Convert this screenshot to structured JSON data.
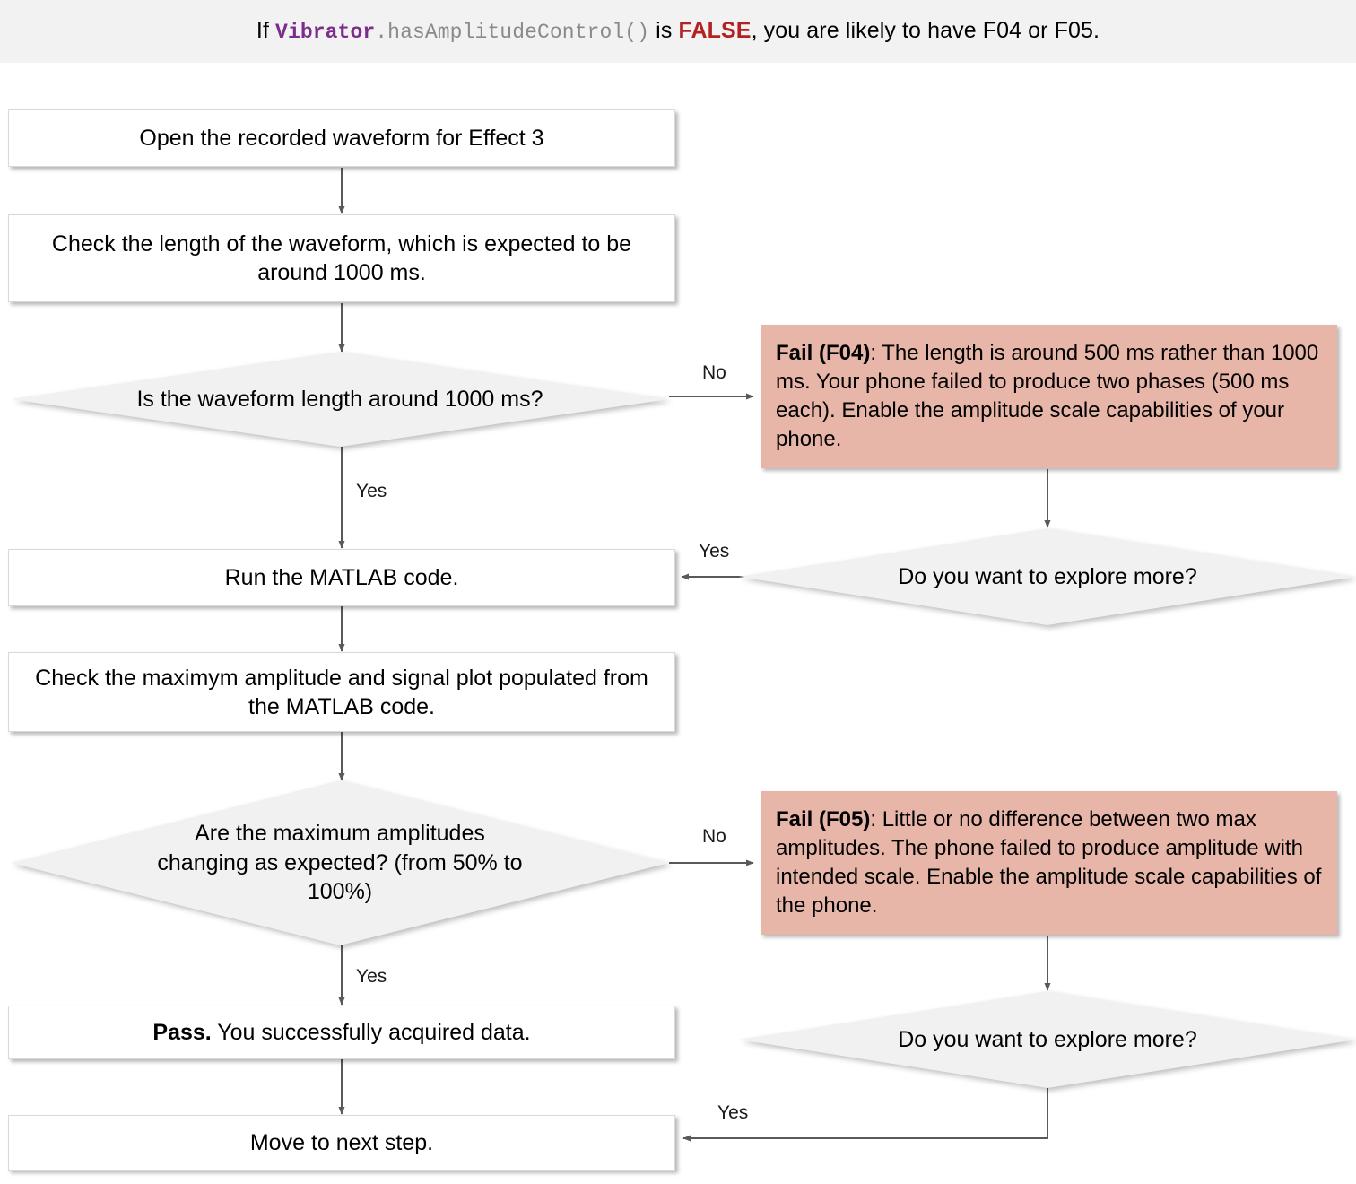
{
  "header": {
    "prefix": "If ",
    "code_class": "Vibrator",
    "code_method": ".hasAmplitudeControl()",
    "middle": " is ",
    "keyword": "FALSE",
    "suffix": ", you are likely to have F04 or F05."
  },
  "nodes": {
    "open_waveform": "Open the recorded waveform for Effect 3",
    "check_length": "Check the length of the waveform, which is expected to be around 1000 ms.",
    "q_length": "Is the waveform length around 1000 ms?",
    "fail_f04_bold": "Fail (F04)",
    "fail_f04_text": ": The length is around 500 ms rather than 1000 ms. Your phone failed to produce two phases (500 ms each). Enable the amplitude scale capabilities of your phone.",
    "explore_more_1": "Do you want to explore more?",
    "run_matlab": "Run the MATLAB code.",
    "check_amplitude": "Check the maximym amplitude and signal plot populated from the MATLAB code.",
    "q_amplitudes": "Are the maximum amplitudes changing as expected? (from 50% to 100%)",
    "fail_f05_bold": "Fail (F05)",
    "fail_f05_text": ": Little or no difference between two max amplitudes. The phone failed to produce amplitude with intended scale. Enable the amplitude scale capabilities of the phone.",
    "explore_more_2": "Do you want to explore more?",
    "pass_bold": "Pass.",
    "pass_text": " You successfully acquired data.",
    "move_next": "Move to next step."
  },
  "edge_labels": {
    "no_1": "No",
    "yes_1": "Yes",
    "yes_explore_1": "Yes",
    "no_2": "No",
    "yes_2": "Yes",
    "yes_explore_2": "Yes"
  },
  "colors": {
    "banner_bg": "#f2f2f2",
    "process_bg": "#ffffff",
    "decision_bg": "#f1f1f1",
    "fail_bg": "#e7b6a9",
    "code_class": "#7b2d8b",
    "code_method": "#8a8a8a",
    "false_keyword": "#b22222",
    "connector": "#595959"
  }
}
